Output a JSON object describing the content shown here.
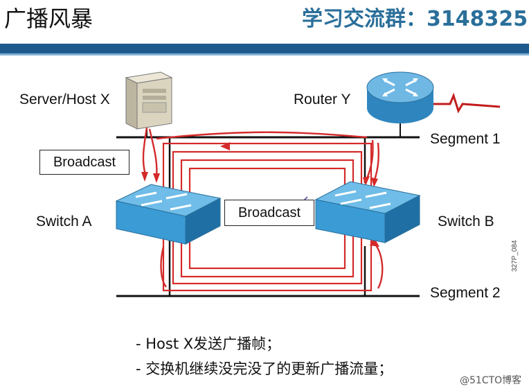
{
  "title": "广播风暴",
  "group_text": "学习交流群：3148325",
  "labels": {
    "server": "Server/Host X",
    "router": "Router Y",
    "segment1": "Segment 1",
    "segment2": "Segment 2",
    "switch_a": "Switch A",
    "switch_b": "Switch B"
  },
  "broadcast_boxes": [
    "Broadcast",
    "Broadcast"
  ],
  "figure_code": "327P_084",
  "bullets": [
    "- Host X发送广播帧；",
    "- 交换机继续没完没了的更新广播流量；"
  ],
  "watermark": "@51CTO博客",
  "colors": {
    "accent_band": "#1f5a8c",
    "loop_red": "#d42a2a",
    "switch_blue": "#3a9bd5",
    "group_text": "#2a6f9a"
  }
}
